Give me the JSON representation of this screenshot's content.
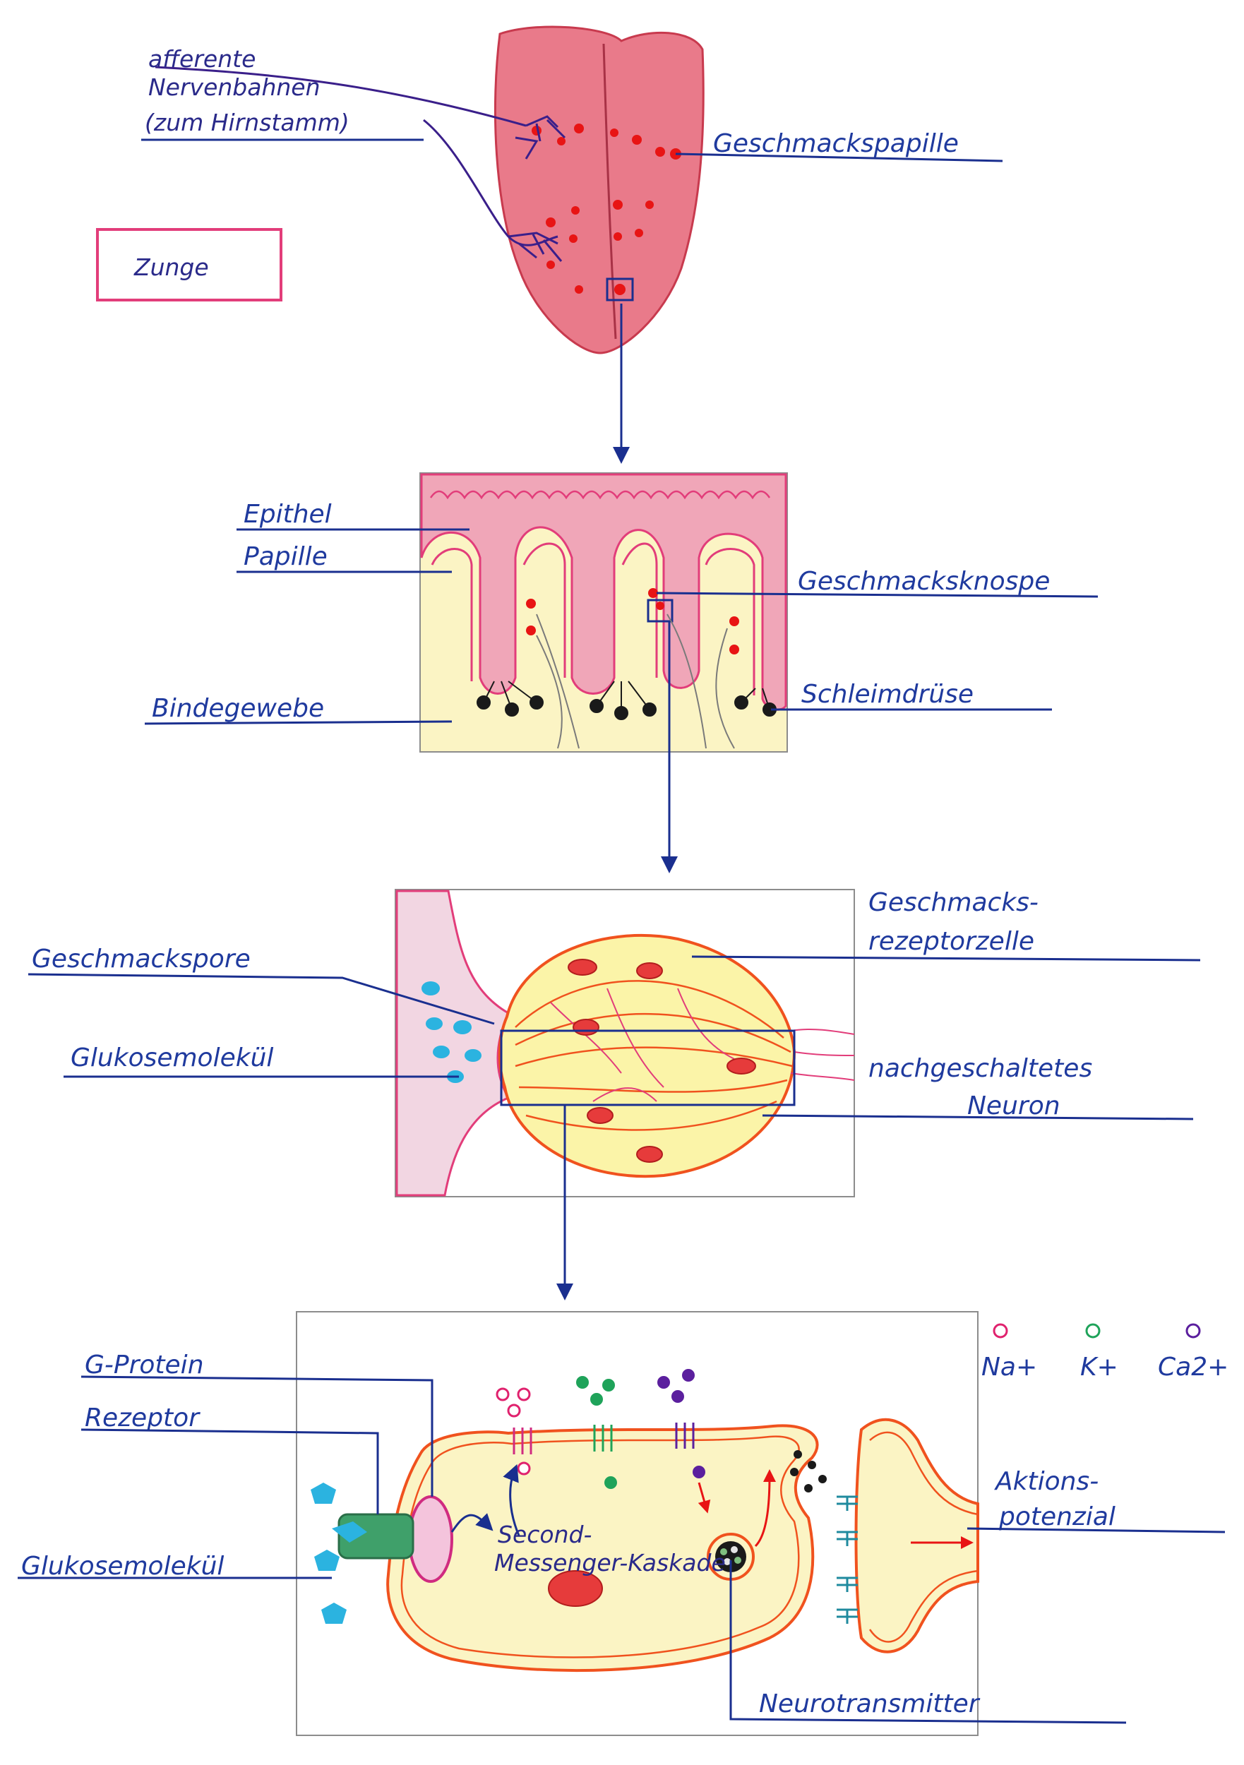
{
  "labels": {
    "afferent_1": "afferente",
    "afferent_2": "Nervenbahnen",
    "afferent_3": "(zum Hirnstamm)",
    "geschmackspapille": "Geschmackspapille",
    "zunge": "Zunge",
    "epithel": "Epithel",
    "papille": "Papille",
    "geschmacksknospe": "Geschmacksknospe",
    "bindegewebe": "Bindegewebe",
    "schleimdruese": "Schleimdrüse",
    "geschmacksrezeptorzelle_1": "Geschmacks-",
    "geschmacksrezeptorzelle_2": "rezeptorzelle",
    "geschmackspore": "Geschmackspore",
    "glukosemolekuel_1": "Glukosemolekül",
    "nachgeschaltet_1": "nachgeschaltetes",
    "nachgeschaltet_2": "Neuron",
    "g_protein": "G-Protein",
    "rezeptor": "Rezeptor",
    "glukosemolekuel_2": "Glukosemolekül",
    "second_1": "Second-",
    "second_2": "Messenger-Kaskade",
    "aktions_1": "Aktions-",
    "aktions_2": "potenzial",
    "neurotransmitter": "Neurotransmitter"
  },
  "legend": [
    {
      "ion": "Na+",
      "color": "#e0226e"
    },
    {
      "ion": "K+",
      "color": "#1fa35a"
    },
    {
      "ion": "Ca2+",
      "color": "#5b1f9e"
    }
  ],
  "colors": {
    "label_blue": "#1f3a9e",
    "tongue": "#e97a8a",
    "papilla_red": "#e81414",
    "epithelium_pink": "#e23d7a",
    "tissue_yellow": "#fbf4c4",
    "membrane_orange": "#f0521e",
    "glucose_blue": "#2bb3e0",
    "receptor_green": "#3fa06a"
  }
}
